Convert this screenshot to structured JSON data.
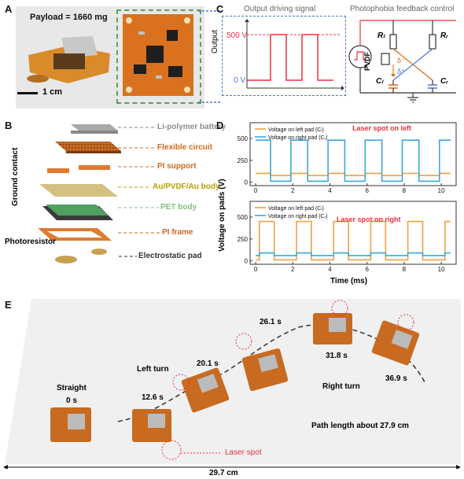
{
  "panels": {
    "a": {
      "label": "A",
      "payload": "Payload = 1660 mg",
      "scale_bar": "1 cm"
    },
    "b": {
      "label": "B",
      "ground_contact": "Ground contact",
      "photoresistor": "Photoresistor",
      "layers": [
        {
          "text": "Li-polymer battery",
          "color": "#8c8c8c"
        },
        {
          "text": "Flexible circuit",
          "color": "#d2691e"
        },
        {
          "text": "PI support",
          "color": "#d2691e"
        },
        {
          "text": "Au/PVDF/Au body",
          "color": "#b8a000"
        },
        {
          "text": "PET body",
          "color": "#7fbf7f"
        },
        {
          "text": "PI frame",
          "color": "#d2691e"
        },
        {
          "text": "Electrostatic pad",
          "color": "#333333"
        }
      ]
    },
    "c": {
      "label": "C",
      "title_left": "Output driving signal",
      "title_right": "Photophobia feedback control",
      "axis_label": "Output",
      "level_high": "500 V",
      "level_low": "0 V",
      "pvdf": "PVDF",
      "r_left": "Rₗ",
      "r_right": "Rᵣ",
      "c_left": "Cₗ",
      "c_right": "Cᵣ",
      "delta_minus": "δ⁻",
      "delta_plus": "δ⁺"
    },
    "d": {
      "label": "D",
      "ylabel": "Voltage on pads (V)",
      "xlabel": "Time  (ms)"
    },
    "e": {
      "label": "E",
      "phase_straight": "Straight",
      "phase_left": "Left turn",
      "phase_right": "Right turn",
      "times": [
        "0 s",
        "12.6 s",
        "20.1 s",
        "26.1 s",
        "31.8 s",
        "36.9 s"
      ],
      "laser_spot": "Laser spot",
      "path_length": "Path length about 27.9 cm",
      "width": "29.7 cm"
    }
  },
  "colors": {
    "orange": "#f0a040",
    "blue": "#3aa8dc",
    "red": "#e8323c",
    "dashed_green": "#5aa05a",
    "dashed_blue": "#4a78c8"
  },
  "chart_data": [
    {
      "type": "line",
      "title": "",
      "legend_title": "Laser spot on left",
      "x": [
        0,
        0.8,
        0.8,
        1.9,
        1.9,
        2.8,
        2.8,
        3.9,
        3.9,
        4.8,
        4.8,
        5.9,
        5.9,
        6.8,
        6.8,
        7.9,
        7.9,
        8.8,
        8.8,
        9.9,
        9.9,
        10.5
      ],
      "series": [
        {
          "name": "Voltage on left pad (Cₗ)",
          "values": [
            100,
            100,
            75,
            75,
            100,
            100,
            75,
            75,
            100,
            100,
            75,
            75,
            100,
            100,
            75,
            75,
            100,
            100,
            75,
            75,
            100,
            100
          ]
        },
        {
          "name": "Voltage on right pad (Cᵣ)",
          "values": [
            480,
            480,
            10,
            10,
            480,
            480,
            10,
            10,
            480,
            480,
            10,
            10,
            480,
            480,
            10,
            10,
            480,
            480,
            10,
            10,
            480,
            480
          ]
        }
      ],
      "xlim": [
        -0.3,
        10.8
      ],
      "ylim": [
        -40,
        680
      ],
      "xticks": [
        0,
        2,
        4,
        6,
        8,
        10
      ],
      "yticks": [
        0,
        250,
        500
      ]
    },
    {
      "type": "line",
      "title": "",
      "legend_title": "Laser spot on right",
      "x": [
        0,
        0.2,
        0.2,
        1.0,
        1.0,
        2.2,
        2.2,
        3.0,
        3.0,
        4.2,
        4.2,
        5.0,
        5.0,
        6.2,
        6.2,
        7.0,
        7.0,
        8.2,
        8.2,
        9.0,
        9.0,
        10.2,
        10.2,
        10.5
      ],
      "series": [
        {
          "name": "Voltage on left pad (Cₗ)",
          "values": [
            10,
            10,
            450,
            450,
            10,
            10,
            450,
            450,
            10,
            10,
            450,
            450,
            10,
            10,
            450,
            450,
            10,
            10,
            450,
            450,
            10,
            10,
            450,
            450
          ]
        },
        {
          "name": "Voltage on right pad (Cᵣ)",
          "values": [
            60,
            60,
            90,
            90,
            60,
            60,
            90,
            90,
            60,
            60,
            90,
            90,
            60,
            60,
            90,
            90,
            60,
            60,
            90,
            90,
            60,
            60,
            90,
            90
          ]
        }
      ],
      "xlim": [
        -0.3,
        10.8
      ],
      "ylim": [
        -40,
        680
      ],
      "xticks": [
        0,
        2,
        4,
        6,
        8,
        10
      ],
      "yticks": [
        0,
        250,
        500
      ]
    }
  ]
}
